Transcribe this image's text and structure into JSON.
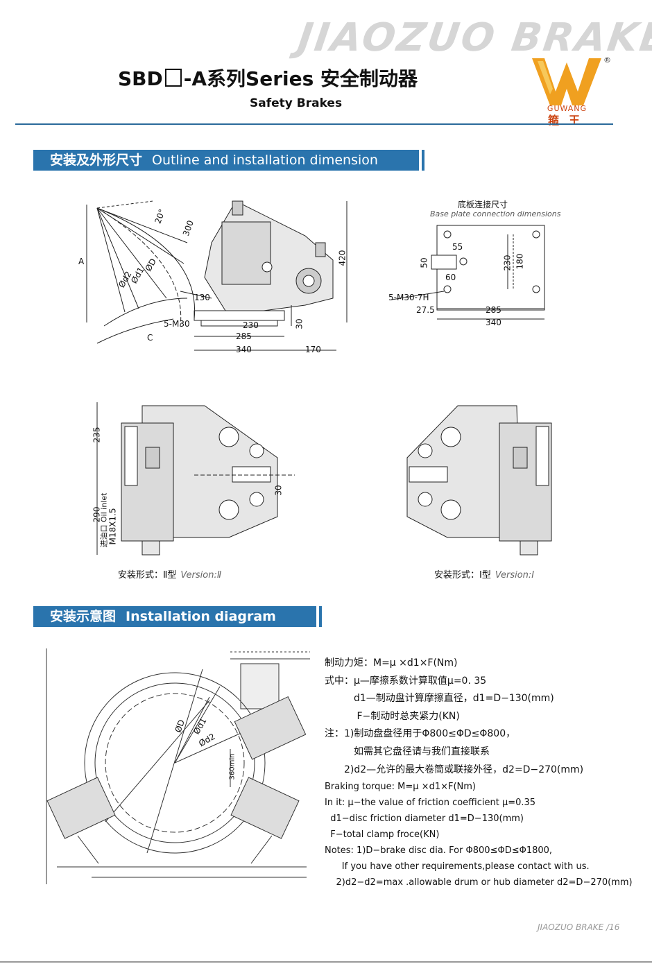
{
  "header": {
    "brand": "JIAOZUO BRAKE",
    "title_prefix": "SBD",
    "title_suffix": "-A系列Series 安全制动器",
    "subtitle": "Safety Brakes",
    "logo_text": "GUWANG",
    "logo_cn": "箍王",
    "registered": "®"
  },
  "section1": {
    "title_cn": "安装及外形尺寸",
    "title_en": "Outline and installation dimension"
  },
  "side_view": {
    "labels": [
      "A",
      "20°",
      "300",
      "ØD",
      "Ød1",
      "Ød2",
      "420",
      "130",
      "5-M30",
      "C",
      "230",
      "30",
      "285",
      "340",
      "170"
    ]
  },
  "base_plate": {
    "title_cn": "底板连接尺寸",
    "title_en": "Base plate connection dimensions",
    "labels": [
      "55",
      "50",
      "60",
      "230",
      "180",
      "5-M30-7H",
      "27.5",
      "285",
      "340"
    ]
  },
  "front_views": {
    "labels_left": [
      "235",
      "290",
      "30",
      "进油口 Oil inlet",
      "M18X1.5"
    ],
    "caption_left_cn": "安装形式：Ⅱ型",
    "caption_left_en": "Version:Ⅱ",
    "caption_right_cn": "安装形式：Ⅰ型",
    "caption_right_en": "Version:Ⅰ"
  },
  "section2": {
    "title_cn": "安装示意图",
    "title_en": "Installation diagram"
  },
  "diagram_labels": [
    "ØD",
    "Ød1",
    "Ød2",
    "360min"
  ],
  "formula": {
    "cn": [
      "制动力矩：M=μ ×d1×F(Nm)",
      "式中：μ—摩擦系数计算取值μ=0. 35",
      "　　　d1—制动盘计算摩擦直径，d1=D−130(mm)",
      "　　　 F−制动时总夹紧力(KN)",
      "注：1)制动盘盘径用于Φ800≤ΦD≤Φ800，",
      "　　　如需其它盘径请与我们直接联系",
      "　　2)d2—允许的最大卷筒或联接外径，d2=D−270(mm)"
    ],
    "en": [
      "Braking torque: M=μ ×d1×F(Nm)",
      "In it: μ−the value of friction coefficient μ=0.35",
      "  d1−disc friction diameter d1=D−130(mm)",
      "  F−total clamp froce(KN)",
      "Notes: 1)D−brake disc dia. For Φ800≤ΦD≤Φ1800,",
      "      If you have other requirements,please contact with us.",
      "    2)d2−d2=max .allowable drum or hub diameter d2=D−270(mm)"
    ]
  },
  "footer": "JIAOZUO BRAKE /16",
  "colors": {
    "accent": "#2a74ad",
    "logo": "#f0a020",
    "rule": "#2a6a9a"
  }
}
